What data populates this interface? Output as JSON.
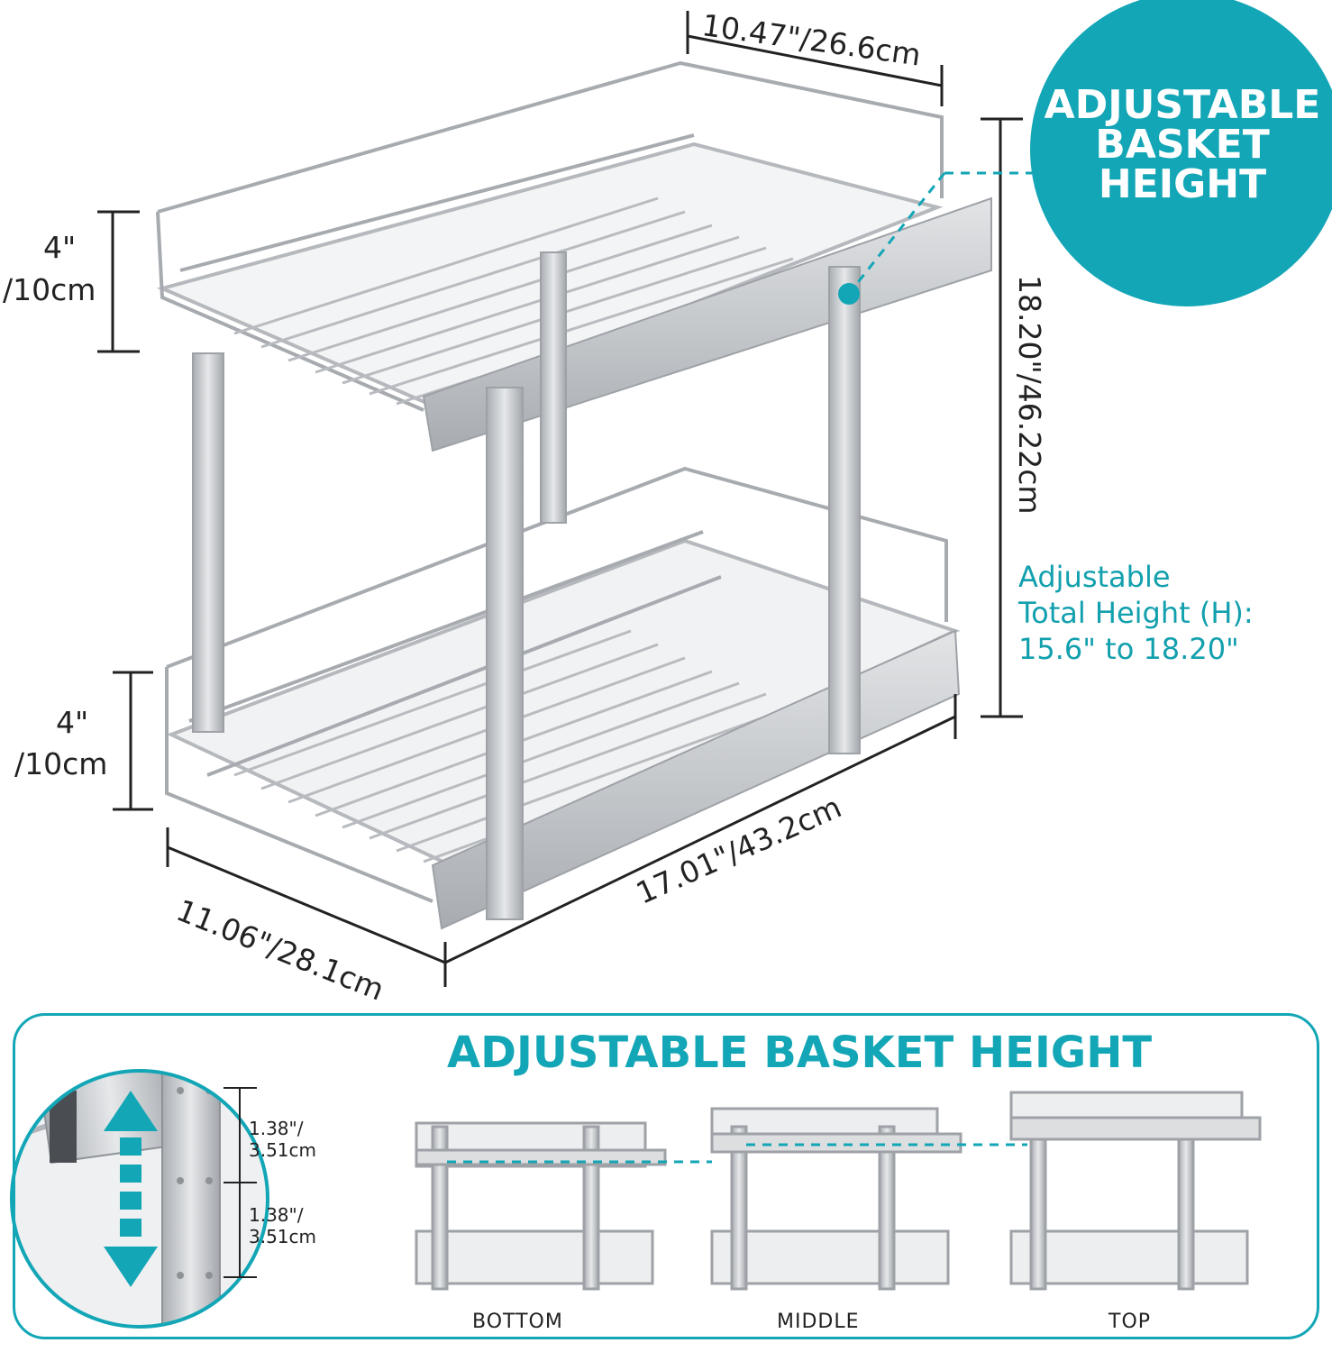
{
  "colors": {
    "accent": "#13a6b6",
    "chrome": "#c9ccd0",
    "chrome_dark": "#8e9296"
  },
  "dimensions": {
    "top_width": "10.47\"/26.6cm",
    "upper_basket_height_in": "4\"",
    "upper_basket_height_cm": "/10cm",
    "lower_basket_height_in": "4\"",
    "lower_basket_height_cm": "/10cm",
    "total_height": "18.20\"/46.22cm",
    "depth": "17.01\"/43.2cm",
    "width": "11.06\"/28.1cm"
  },
  "badge": {
    "text": "ADJUSTABLE\nBASKET\nHEIGHT"
  },
  "height_note": {
    "text": "Adjustable\nTotal Height (H):\n15.6\" to 18.20\""
  },
  "panel": {
    "title": "ADJUSTABLE BASKET HEIGHT",
    "step_1": "1.38\"/\n3.51cm",
    "step_2": "1.38\"/\n3.51cm",
    "positions": [
      "BOTTOM",
      "MIDDLE",
      "TOP"
    ]
  }
}
